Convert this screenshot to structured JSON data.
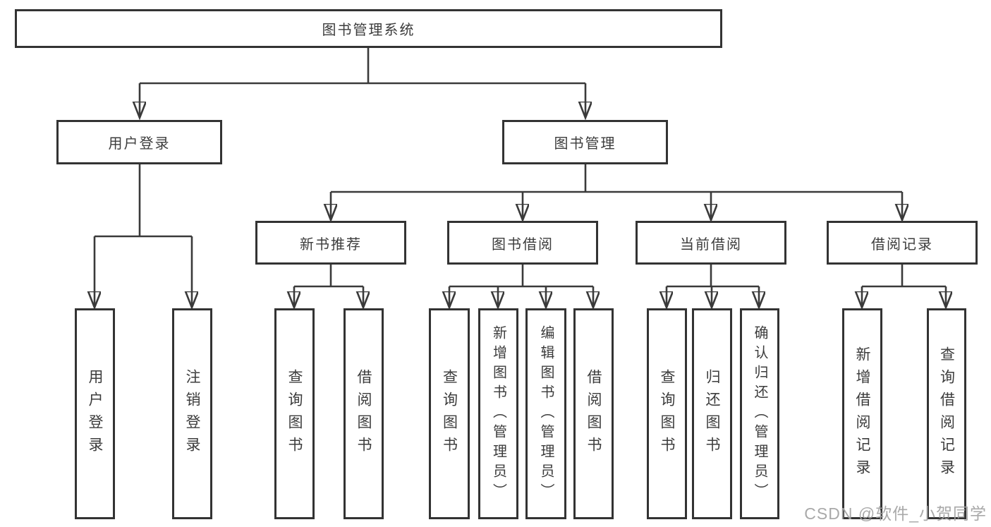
{
  "diagram": {
    "root": "图书管理系统",
    "level2": {
      "user_login": "用户登录",
      "book_mgmt": "图书管理"
    },
    "level3": {
      "new_book_rec": "新书推荐",
      "book_borrow": "图书借阅",
      "current_borrow": "当前借阅",
      "borrow_records": "借阅记录"
    },
    "leaves": {
      "user_login": "用户登录",
      "logout": "注销登录",
      "query_books_1": "查询图书",
      "borrow_books_1": "借阅图书",
      "query_books_2": "查询图书",
      "add_book_admin": "新增图书（管理员）",
      "edit_book_admin": "编辑图书（管理员）",
      "borrow_books_2": "借阅图书",
      "query_books_3": "查询图书",
      "return_book": "归还图书",
      "confirm_return_admin": "确认归还（管理员）",
      "add_borrow_record": "新增借阅记录",
      "query_borrow_record": "查询借阅记录"
    }
  },
  "watermark": {
    "text": "CSDN @软件_小贺同学"
  },
  "colors": {
    "line": "#3a3a3a",
    "box_border": "#333333",
    "text": "#3c3c3c",
    "watermark": "#a2a2a2",
    "background": "#ffffff"
  }
}
